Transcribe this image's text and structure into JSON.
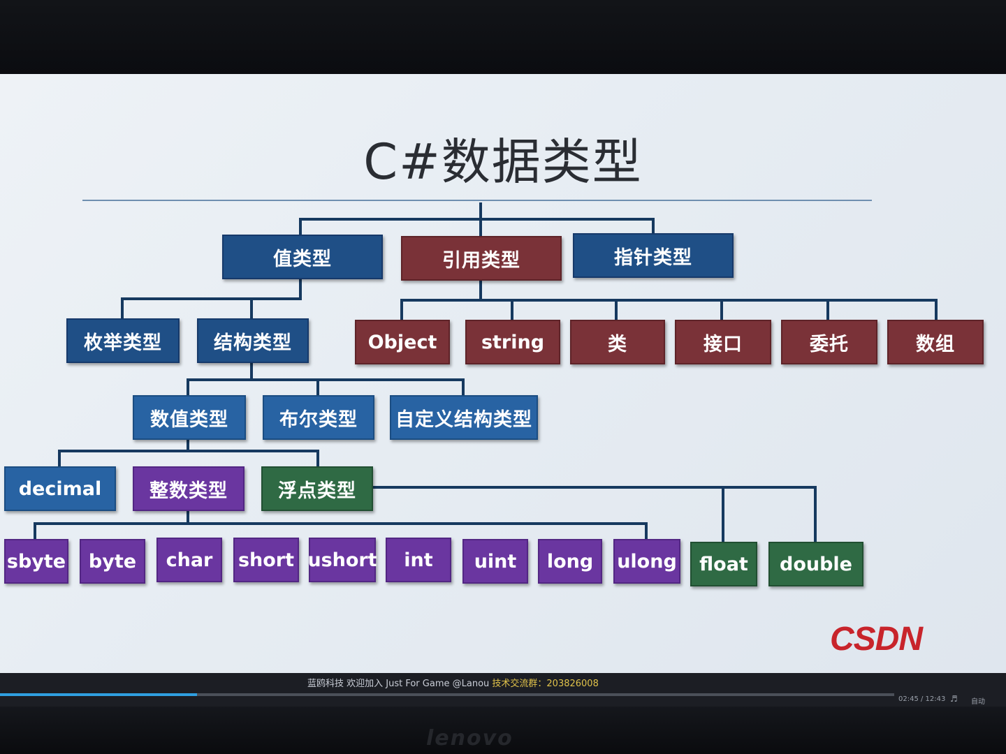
{
  "slide": {
    "title": "C#数据类型",
    "level1": [
      {
        "label": "值类型"
      },
      {
        "label": "引用类型"
      },
      {
        "label": "指针类型"
      }
    ],
    "value_children": [
      {
        "label": "枚举类型"
      },
      {
        "label": "结构类型"
      }
    ],
    "ref_children": [
      {
        "label": "Object"
      },
      {
        "label": "string"
      },
      {
        "label": "类"
      },
      {
        "label": "接口"
      },
      {
        "label": "委托"
      },
      {
        "label": "数组"
      }
    ],
    "struct_children": [
      {
        "label": "数值类型"
      },
      {
        "label": "布尔类型"
      },
      {
        "label": "自定义结构类型"
      }
    ],
    "numeric_children": [
      {
        "label": "decimal"
      },
      {
        "label": "整数类型"
      },
      {
        "label": "浮点类型"
      }
    ],
    "integer_types": [
      {
        "label": "sbyte"
      },
      {
        "label": "byte"
      },
      {
        "label": "char"
      },
      {
        "label": "short"
      },
      {
        "label": "ushort"
      },
      {
        "label": "int"
      },
      {
        "label": "uint"
      },
      {
        "label": "long"
      },
      {
        "label": "ulong"
      }
    ],
    "float_types": [
      {
        "label": "float"
      },
      {
        "label": "double"
      }
    ],
    "logo": "CSDN"
  },
  "player": {
    "ticker": "蓝鸥科技 欢迎加入 Just For Game @Lanou",
    "ticker_hl": "技术交流群：203826008",
    "time": "02:45 / 12:43",
    "progress": 0.22,
    "volume_icon": "speaker-icon",
    "auto_label": "自动"
  },
  "monitor": {
    "brand": "lenovo"
  },
  "colors": {
    "value_type": "#1f4f86",
    "reference_type": "#7a3238",
    "integer_type": "#6a36a0",
    "float_type": "#2f6a44"
  }
}
